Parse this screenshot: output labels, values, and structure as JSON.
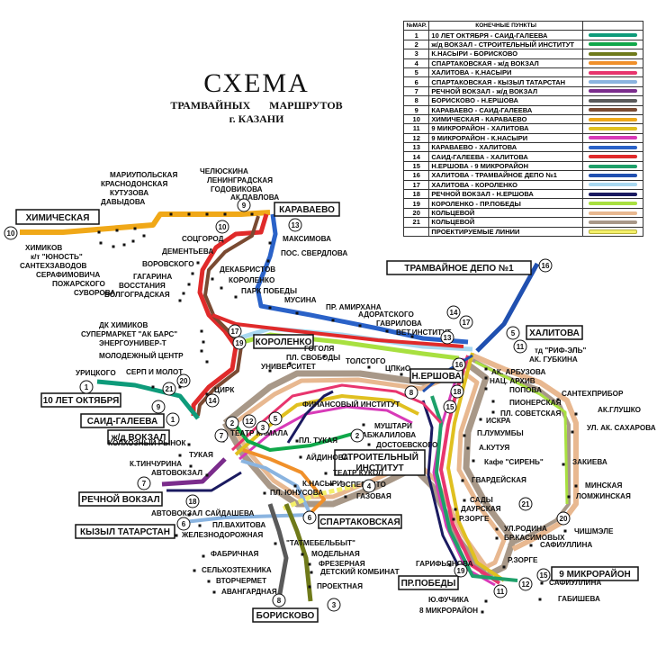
{
  "header": {
    "title": "СХЕМА",
    "subtitle_line1": "ТРАМВАЙНЫХ МАРШРУТОВ",
    "subtitle_line2": "г. КАЗАНИ"
  },
  "legend": {
    "col_number": "№МАР.",
    "col_endpoints": "КОНЕЧНЫЕ ПУНКТЫ",
    "routes": [
      {
        "n": "1",
        "name": "10 ЛЕТ ОКТЯБРЯ - САИД-ГАЛЕЕВА",
        "color": "#0e9b7a"
      },
      {
        "n": "2",
        "name": "ж/д ВОКЗАЛ - СТРОИТЕЛЬНЫЙ ИНСТИТУТ",
        "color": "#10a84a"
      },
      {
        "n": "3",
        "name": "К.НАСЫРИ - БОРИСКОВО",
        "color": "#6f7a1a"
      },
      {
        "n": "4",
        "name": "СПАРТАКОВСКАЯ - ж/д ВОКЗАЛ",
        "color": "#f0902a"
      },
      {
        "n": "5",
        "name": "ХАЛИТОВА - К.НАСЫРИ",
        "color": "#e8356e"
      },
      {
        "n": "6",
        "name": "СПАРТАКОВСКАЯ - КЫЗЫЛ ТАТАРСТАН",
        "color": "#8ab4e0"
      },
      {
        "n": "7",
        "name": "РЕЧНОЙ ВОКЗАЛ - ж/д ВОКЗАЛ",
        "color": "#7b2c8c"
      },
      {
        "n": "8",
        "name": "БОРИСКОВО - Н.ЕРШОВА",
        "color": "#5a5a5a"
      },
      {
        "n": "9",
        "name": "КАРАВАЕВО - САИД-ГАЛЕЕВА",
        "color": "#7a4a32"
      },
      {
        "n": "10",
        "name": "ХИМИЧЕСКАЯ - КАРАВАЕВО",
        "color": "#f0a818"
      },
      {
        "n": "11",
        "name": "9 МИКРОРАЙОН - ХАЛИТОВА",
        "color": "#e0c020"
      },
      {
        "n": "12",
        "name": "9 МИКРОРАЙОН - К.НАСЫРИ",
        "color": "#d83ab8"
      },
      {
        "n": "13",
        "name": "КАРАВАЕВО - ХАЛИТОВА",
        "color": "#2a62c8"
      },
      {
        "n": "14",
        "name": "САИД-ГАЛЕЕВА - ХАЛИТОВА",
        "color": "#e02a2a"
      },
      {
        "n": "15",
        "name": "Н.ЕРШОВА - 9 МИКРОРАЙОН",
        "color": "#1ea06a"
      },
      {
        "n": "16",
        "name": "ХАЛИТОВА - ТРАМВАЙНОЕ ДЕПО №1",
        "color": "#2050b0"
      },
      {
        "n": "17",
        "name": "ХАЛИТОВА - КОРОЛЕНКО",
        "color": "#a8d8f0"
      },
      {
        "n": "18",
        "name": "РЕЧНОЙ ВОКЗАЛ - Н.ЕРШОВА",
        "color": "#1a1a60"
      },
      {
        "n": "19",
        "name": "КОРОЛЕНКО - ПР.ПОБЕДЫ",
        "color": "#a8e040"
      },
      {
        "n": "20",
        "name": "КОЛЬЦЕВОЙ",
        "color": "#e8b890"
      },
      {
        "n": "21",
        "name": "КОЛЬЦЕВОЙ",
        "color": "#a89888"
      },
      {
        "n": "",
        "name": "ПРОЕКТИРУЕМЫЕ ЛИНИИ",
        "color": "#f4f06a",
        "projected": true
      }
    ]
  },
  "terminals": {
    "khimicheskaya": "ХИМИЧЕСКАЯ",
    "karavaevo": "КАРАВАЕВО",
    "depo": "ТРАМВАЙНОЕ ДЕПО №1",
    "khalitova": "ХАЛИТОВА",
    "korolenko": "КОРОЛЕНКО",
    "nershova": "Н.ЕРШОВА",
    "oktyabrya": "10 ЛЕТ ОКТЯБРЯ",
    "saidgaleeva": "САИД-ГАЛЕЕВА",
    "zdvokzal": "ж/д ВОКЗАЛ",
    "stroitinst": "СТРОИТЕЛЬНЫЙ ИНСТИТУТ",
    "rechnoy": "РЕЧНОЙ ВОКЗАЛ",
    "kyzyl": "КЫЗЫЛ ТАТАРСТАН",
    "spartak": "СПАРТАКОВСКАЯ",
    "mikro9": "9 МИКРОРАЙОН",
    "pobedy": "ПР.ПОБЕДЫ",
    "boriskovo": "БОРИСКОВО"
  },
  "stops": {
    "mariupol": "МАРИУПОЛЬСКАЯ",
    "krasnodon": "КРАСНОДОНСКАЯ",
    "kutuzova": "КУТУЗОВА",
    "davydova": "ДАВЫДОВА",
    "chelyuskina": "ЧЕЛЮСКИНА",
    "leningrad": "ЛЕНИНГРАДСКАЯ",
    "godovikova": "ГОДОВИКОВА",
    "akpavlova": "АК.ПАВЛОВА",
    "maksimova": "МАКСИМОВА",
    "possverdlova": "ПОС. СВЕРДЛОВА",
    "khimikov": "ХИМИКОВ",
    "yunost": "к/т \"ЮНОСТЬ\"",
    "santekh": "САНТЕХЗАВОДОВ",
    "serafim": "СЕРАФИМОВИЧА",
    "pozharsk": "ПОЖАРСКОГО",
    "suvorova": "СУВОРОВА",
    "sotsgorod": "СОЦГОРОД",
    "dementeva": "ДЕМЕНТЬЕВА",
    "vorovsk": "ВОРОВСКОГО",
    "gagarina": "ГАГАРИНА",
    "vosstaniya": "ВОССТАНИЯ",
    "volgograd": "ВОЛГОГРАДСКАЯ",
    "dekabristov": "ДЕКАБРИСТОВ",
    "korolenko_s": "КОРОЛЕНКО",
    "parkpobedy": "ПАРК ПОБЕДЫ",
    "musina": "МУСИНА",
    "amirkhana": "ПР. АМИРХАНА",
    "adoratsk": "АДОРАТСКОГО",
    "gavrilova": "ГАВРИЛОВА",
    "vetinst": "ВЕТ.ИНСТИТУТ",
    "dkkhimikov": "ДК ХИМИКОВ",
    "akbars": "СУПЕРМАРКЕТ \"АК БАРС\"",
    "energouniver": "ЭНЕРГОУНИВЕР-Т",
    "molodezh": "МОЛОДЕЖНЫЙ ЦЕНТР",
    "uritskogo": "УРИЦКОГО",
    "serpmolot": "СЕРП И МОЛОТ",
    "tsirk": "ЦИРК",
    "gogolya": "ГОГОЛЯ",
    "plsvobody": "ПЛ. СВОБОДЫ",
    "universitet": "УНИВЕРСИТЕТ",
    "tolstogo": "ТОЛСТОГО",
    "tsPKiO": "ЦПКиО",
    "rifel": "тд \"РИФ-ЭЛЬ\"",
    "akgubkina": "АК. ГУБКИНА",
    "akarbuzova": "АК. АРБУЗОВА",
    "natsarkhiv": "НАЦ. АРХИВ",
    "popova": "ПОПОВА",
    "pioner": "ПИОНЕРСКАЯ",
    "sovetskaya": "ПЛ. СОВЕТСКАЯ",
    "iskra": "ИСКРА",
    "santekhpribor": "САНТЕХПРИБОР",
    "akglushko": "АК.ГЛУШКО",
    "saharova": "УЛ. АК. САХАРОВА",
    "finansov": "ФИНАНСОВЫЙ ИНСТИТУТ",
    "mushtari": "МУШТАРИ",
    "abzhalilova": "АБЖАЛИЛОВА",
    "dostoevskogo": "ДОСТОЕВСКОГО",
    "plumumby": "П.ЛУМУМБЫ",
    "akutuya": "А.КУТУЯ",
    "kafesiren": "Кафе \"СИРЕНЬ\"",
    "zakieva": "ЗАКИЕВА",
    "kolkhozny": "КОЛХОЗНЫЙ РЫНОК",
    "tukaya": "ТУКАЯ",
    "pltukaya": "ПЛ. ТУКАЯ",
    "aydinova": "АЙДИНОВА",
    "teatrkukol": "ТЕАТР КУКОЛ",
    "esperanto": "ЭСПЕРАНТО",
    "gazovaya": "ГАЗОВАЯ",
    "teatrkamala": "ТЕАТР КАМАЛА",
    "ktinchurina": "К.ТИНЧУРИНА",
    "avtovokzal": "АВТОВОКЗАЛ",
    "knasyri": "К.НАСЫРИ",
    "plyunusova": "ПЛ. ЮНУСОВА",
    "gvardeiskaya": "ГВАРДЕЙСКАЯ",
    "minskaya": "МИНСКАЯ",
    "lomzhinskaya": "ЛОМЖИНСКАЯ",
    "chishmele": "ЧИШМЭЛЕ",
    "safiullina": "САФИУЛЛИНА",
    "avtovokzal2": "АВТОВОКЗАЛ",
    "saydasheva": "САЙДАШЕВА",
    "plvakhitova": "ПЛ.ВАХИТОВА",
    "zheldor": "ЖЕЛЕЗНОДОРОЖНАЯ",
    "tatmebel": "\"ТАТМЕБЕЛЬБЫТ\"",
    "sady": "САДЫ",
    "daurskaya": "ДАУРСКАЯ",
    "rzorge": "Р.ЗОРГЕ",
    "ulrodina": "УЛ.РОДИНА",
    "brkasimovykh": "БР.КАСИМОВЫХ",
    "fabrichnaya": "ФАБРИЧНАЯ",
    "modelnaya": "МОДЕЛЬНАЯ",
    "frezernaya": "ФРЕЗЕРНАЯ",
    "detkombinat": "ДЕТСКИЙ КОМБИНАТ",
    "selkhoztekhnika": "СЕЛЬХОЗТЕХНИКА",
    "vtorchermet": "ВТОРЧЕРМЕТ",
    "avangardnaya": "АВАНГАРДНАЯ",
    "proektnaya": "ПРОЕКТНАЯ",
    "garifyanova": "ГАРИФЬЯНОВА",
    "rzorge2": "Р.ЗОРГЕ",
    "safiullina2": "САФИУЛЛИНА",
    "gabisheva": "ГАБИШЕВА",
    "yufuchika": "Ю.ФУЧИКА",
    "mikro8": "8 МИКРОРАЙОН"
  },
  "route_markers": {
    "m10a": "10",
    "m10b": "10",
    "m9a": "9",
    "m13a": "13",
    "m16": "16",
    "m14a": "14",
    "m17a": "17",
    "m5": "5",
    "m13b": "13",
    "m11a": "11",
    "m17b": "17",
    "m19a": "19",
    "m16b": "16",
    "m1a": "1",
    "m21a": "21",
    "m20": "20",
    "m14b": "14",
    "m9b": "9",
    "m1b": "1",
    "m7a": "7",
    "m2a": "2",
    "m12a": "12",
    "m3a": "3",
    "m5b": "5",
    "m8a": "8",
    "m18a": "18",
    "m15a": "15",
    "m2b": "2",
    "m7b": "7",
    "m18b": "18",
    "m4": "4",
    "m6a": "6",
    "m6b": "6",
    "m21b": "21",
    "m20b": "20",
    "m19b": "19",
    "m11b": "11",
    "m12b": "12",
    "m15b": "15",
    "m8b": "8",
    "m3b": "3"
  }
}
